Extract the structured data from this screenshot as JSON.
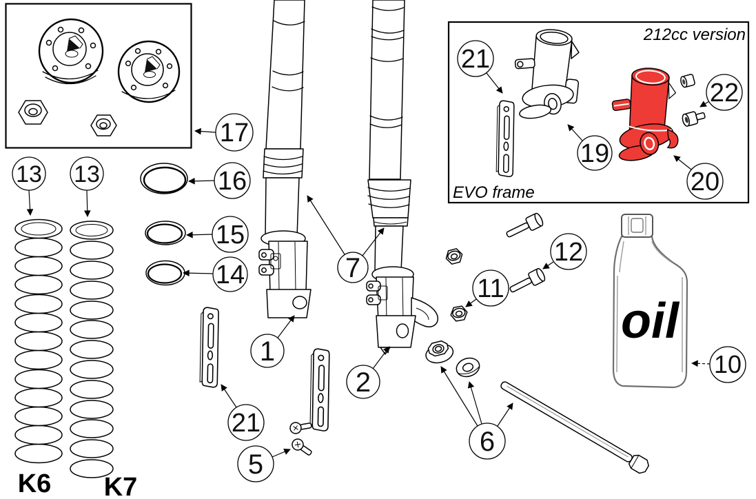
{
  "diagram": {
    "type": "exploded-parts-diagram",
    "subject": "motorcycle front fork assembly",
    "background": "#ffffff",
    "colors": {
      "line": "#000000",
      "highlight": "#ee3b36",
      "bottle_outline": "#6f6f6f"
    },
    "labels": {
      "k6": "K6",
      "k7": "K7",
      "version_212cc": "212cc version",
      "evo_frame": "EVO frame",
      "oil": "oil"
    },
    "callouts": {
      "c1": {
        "label": "1"
      },
      "c2": {
        "label": "2"
      },
      "c5": {
        "label": "5"
      },
      "c6": {
        "label": "6"
      },
      "c7": {
        "label": "7"
      },
      "c10": {
        "label": "10"
      },
      "c11": {
        "label": "11"
      },
      "c12": {
        "label": "12"
      },
      "c13_left": {
        "label": "13"
      },
      "c13_right": {
        "label": "13"
      },
      "c14": {
        "label": "14"
      },
      "c15": {
        "label": "15"
      },
      "c16": {
        "label": "16"
      },
      "c17": {
        "label": "17"
      },
      "c19": {
        "label": "19"
      },
      "c20": {
        "label": "20"
      },
      "c21_box": {
        "label": "21"
      },
      "c21_bottom": {
        "label": "21"
      },
      "c22": {
        "label": "22"
      }
    }
  }
}
